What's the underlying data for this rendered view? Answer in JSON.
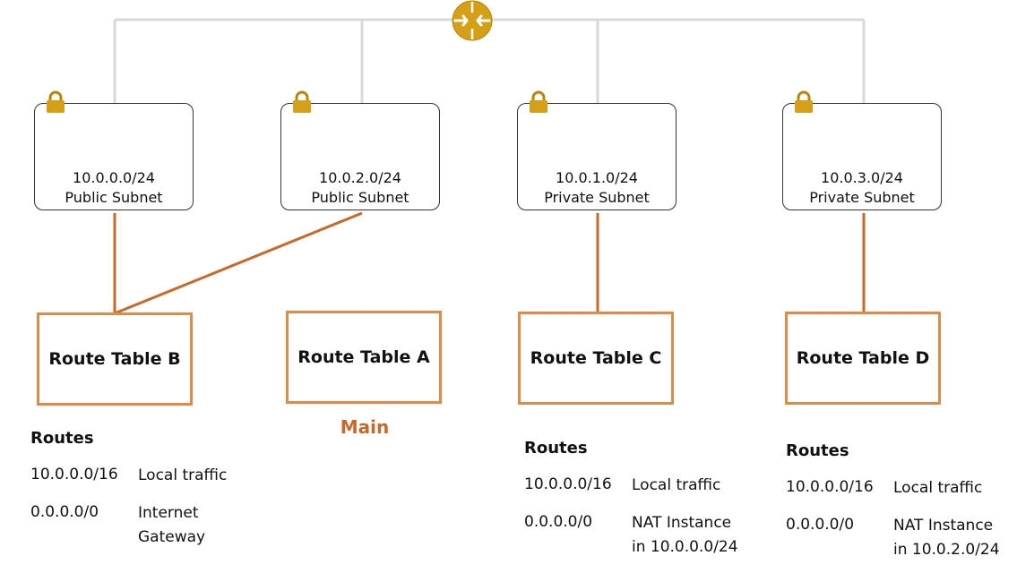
{
  "colors": {
    "wire": "#d9d9d9",
    "link": "#C8692A",
    "table_border": "#E08A4A",
    "accent": "#D4A017"
  },
  "icons": {
    "router": "router-icon",
    "lock": "lock-icon"
  },
  "subnets": [
    {
      "cidr": "10.0.0.0/24",
      "type": "Public Subnet"
    },
    {
      "cidr": "10.0.2.0/24",
      "type": "Public Subnet"
    },
    {
      "cidr": "10.0.1.0/24",
      "type": "Private Subnet"
    },
    {
      "cidr": "10.0.3.0/24",
      "type": "Private Subnet"
    }
  ],
  "route_tables": [
    {
      "name": "Route Table B"
    },
    {
      "name": "Route Table A",
      "tag": "Main"
    },
    {
      "name": "Route Table C"
    },
    {
      "name": "Route Table D"
    }
  ],
  "routes": [
    {
      "heading": "Routes",
      "entries": [
        {
          "destination": "10.0.0.0/16",
          "target_line1": "Local traffic",
          "target_line2": ""
        },
        {
          "destination": "0.0.0.0/0",
          "target_line1": "Internet",
          "target_line2": "Gateway"
        }
      ]
    },
    {
      "heading": "Routes",
      "entries": [
        {
          "destination": "10.0.0.0/16",
          "target_line1": "Local traffic",
          "target_line2": ""
        },
        {
          "destination": "0.0.0.0/0",
          "target_line1": "NAT Instance",
          "target_line2": "in 10.0.0.0/24"
        }
      ]
    },
    {
      "heading": "Routes",
      "entries": [
        {
          "destination": "10.0.0.0/16",
          "target_line1": "Local traffic",
          "target_line2": ""
        },
        {
          "destination": "0.0.0.0/0",
          "target_line1": "NAT Instance",
          "target_line2": "in 10.0.2.0/24"
        }
      ]
    }
  ]
}
